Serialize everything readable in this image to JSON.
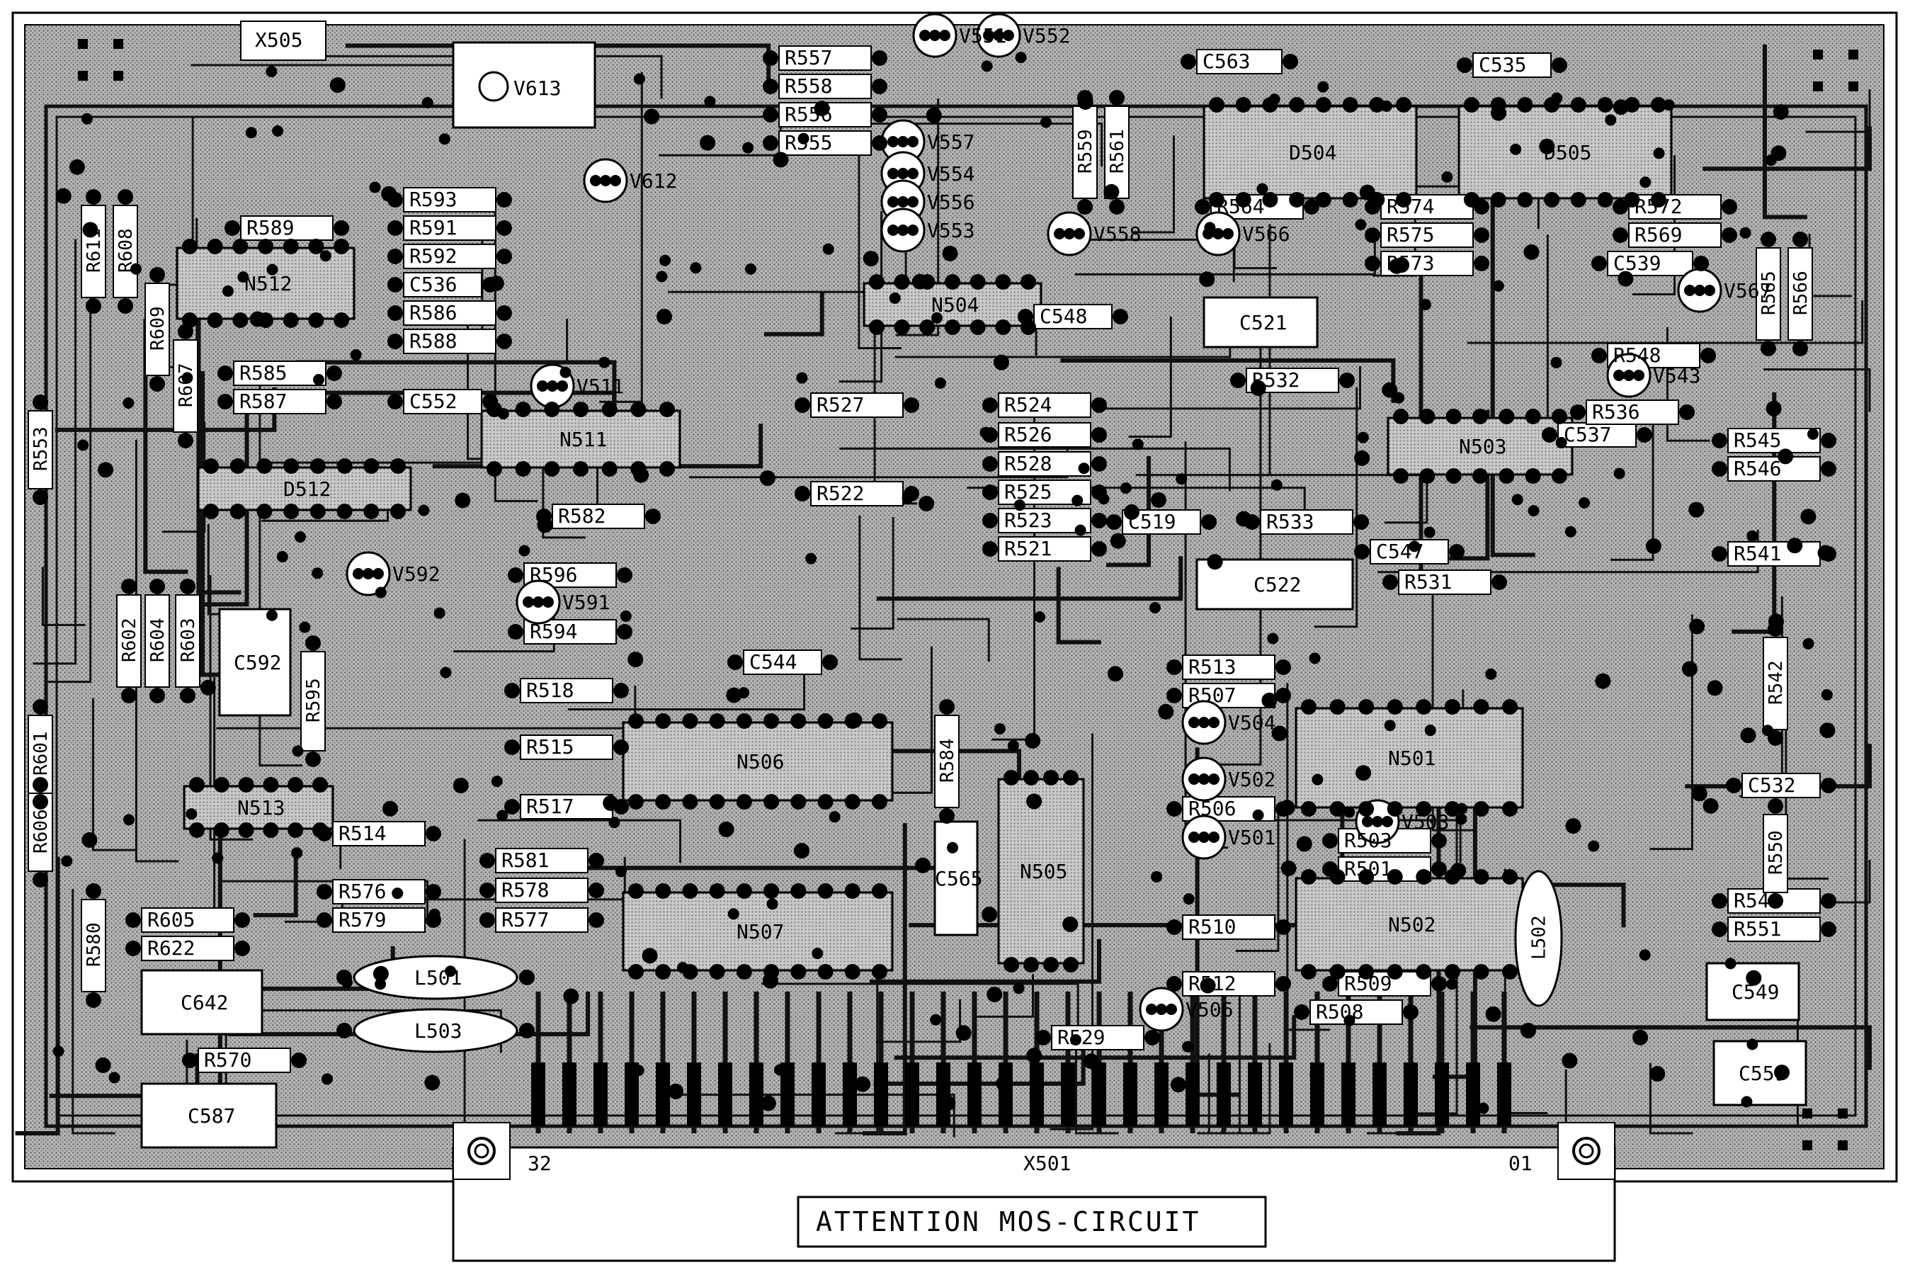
{
  "board": {
    "warning_text": "ATTENTION MOS-CIRCUIT",
    "connector_label": "X501",
    "top_connector_label": "X505",
    "regulator_label": "V613",
    "pin_label_left": "32",
    "pin_label_right": "01"
  },
  "components": {
    "ics": [
      {
        "ref": "D504"
      },
      {
        "ref": "D505"
      },
      {
        "ref": "D512"
      },
      {
        "ref": "N504"
      },
      {
        "ref": "N512"
      },
      {
        "ref": "N511"
      },
      {
        "ref": "N503"
      },
      {
        "ref": "N501"
      },
      {
        "ref": "N502"
      },
      {
        "ref": "N506"
      },
      {
        "ref": "N505"
      },
      {
        "ref": "N513"
      },
      {
        "ref": "N507"
      }
    ],
    "inductors": [
      {
        "ref": "L501"
      },
      {
        "ref": "L503"
      },
      {
        "ref": "L502"
      }
    ],
    "capacitors": [
      {
        "ref": "C521"
      },
      {
        "ref": "C522"
      },
      {
        "ref": "C559"
      },
      {
        "ref": "C587"
      },
      {
        "ref": "C592"
      },
      {
        "ref": "C642"
      },
      {
        "ref": "C549"
      },
      {
        "ref": "C565"
      },
      {
        "ref": "C563"
      },
      {
        "ref": "C535"
      },
      {
        "ref": "C539"
      },
      {
        "ref": "C548"
      },
      {
        "ref": "C536"
      },
      {
        "ref": "C552"
      },
      {
        "ref": "C544"
      },
      {
        "ref": "C519"
      },
      {
        "ref": "C547"
      },
      {
        "ref": "C532"
      },
      {
        "ref": "C537"
      }
    ],
    "resistors": [
      {
        "ref": "R557"
      },
      {
        "ref": "R558"
      },
      {
        "ref": "R556"
      },
      {
        "ref": "R555"
      },
      {
        "ref": "R593"
      },
      {
        "ref": "R591"
      },
      {
        "ref": "R592"
      },
      {
        "ref": "R589"
      },
      {
        "ref": "R586"
      },
      {
        "ref": "R588"
      },
      {
        "ref": "R585"
      },
      {
        "ref": "R587"
      },
      {
        "ref": "R611"
      },
      {
        "ref": "R608"
      },
      {
        "ref": "R609"
      },
      {
        "ref": "R607"
      },
      {
        "ref": "R553"
      },
      {
        "ref": "R564"
      },
      {
        "ref": "R574"
      },
      {
        "ref": "R575"
      },
      {
        "ref": "R573"
      },
      {
        "ref": "R572"
      },
      {
        "ref": "R569"
      },
      {
        "ref": "R565"
      },
      {
        "ref": "R566"
      },
      {
        "ref": "R548"
      },
      {
        "ref": "R536"
      },
      {
        "ref": "R545"
      },
      {
        "ref": "R546"
      },
      {
        "ref": "R541"
      },
      {
        "ref": "R542"
      },
      {
        "ref": "R527"
      },
      {
        "ref": "R524"
      },
      {
        "ref": "R526"
      },
      {
        "ref": "R528"
      },
      {
        "ref": "R525"
      },
      {
        "ref": "R523"
      },
      {
        "ref": "R521"
      },
      {
        "ref": "R522"
      },
      {
        "ref": "R533"
      },
      {
        "ref": "R532"
      },
      {
        "ref": "R531"
      },
      {
        "ref": "R582"
      },
      {
        "ref": "R596"
      },
      {
        "ref": "R594"
      },
      {
        "ref": "R602"
      },
      {
        "ref": "R604"
      },
      {
        "ref": "R603"
      },
      {
        "ref": "R595"
      },
      {
        "ref": "R601"
      },
      {
        "ref": "R606"
      },
      {
        "ref": "R518"
      },
      {
        "ref": "R515"
      },
      {
        "ref": "R517"
      },
      {
        "ref": "R514"
      },
      {
        "ref": "R581"
      },
      {
        "ref": "R578"
      },
      {
        "ref": "R577"
      },
      {
        "ref": "R576"
      },
      {
        "ref": "R579"
      },
      {
        "ref": "R605"
      },
      {
        "ref": "R622"
      },
      {
        "ref": "R580"
      },
      {
        "ref": "R570"
      },
      {
        "ref": "R513"
      },
      {
        "ref": "R507"
      },
      {
        "ref": "R506"
      },
      {
        "ref": "R503"
      },
      {
        "ref": "R501"
      },
      {
        "ref": "R510"
      },
      {
        "ref": "R512"
      },
      {
        "ref": "R509"
      },
      {
        "ref": "R508"
      },
      {
        "ref": "R529"
      },
      {
        "ref": "R584"
      },
      {
        "ref": "R549"
      },
      {
        "ref": "R551"
      },
      {
        "ref": "R550"
      },
      {
        "ref": "R559"
      },
      {
        "ref": "R561"
      }
    ],
    "transistors": [
      {
        "ref": "V612"
      },
      {
        "ref": "V557"
      },
      {
        "ref": "V554"
      },
      {
        "ref": "V556"
      },
      {
        "ref": "V553"
      },
      {
        "ref": "V558"
      },
      {
        "ref": "V566"
      },
      {
        "ref": "V567"
      },
      {
        "ref": "V543"
      },
      {
        "ref": "V592"
      },
      {
        "ref": "V591"
      },
      {
        "ref": "V504"
      },
      {
        "ref": "V502"
      },
      {
        "ref": "V501"
      },
      {
        "ref": "V503"
      },
      {
        "ref": "V506"
      },
      {
        "ref": "V511"
      },
      {
        "ref": "V551"
      },
      {
        "ref": "V552"
      }
    ]
  }
}
